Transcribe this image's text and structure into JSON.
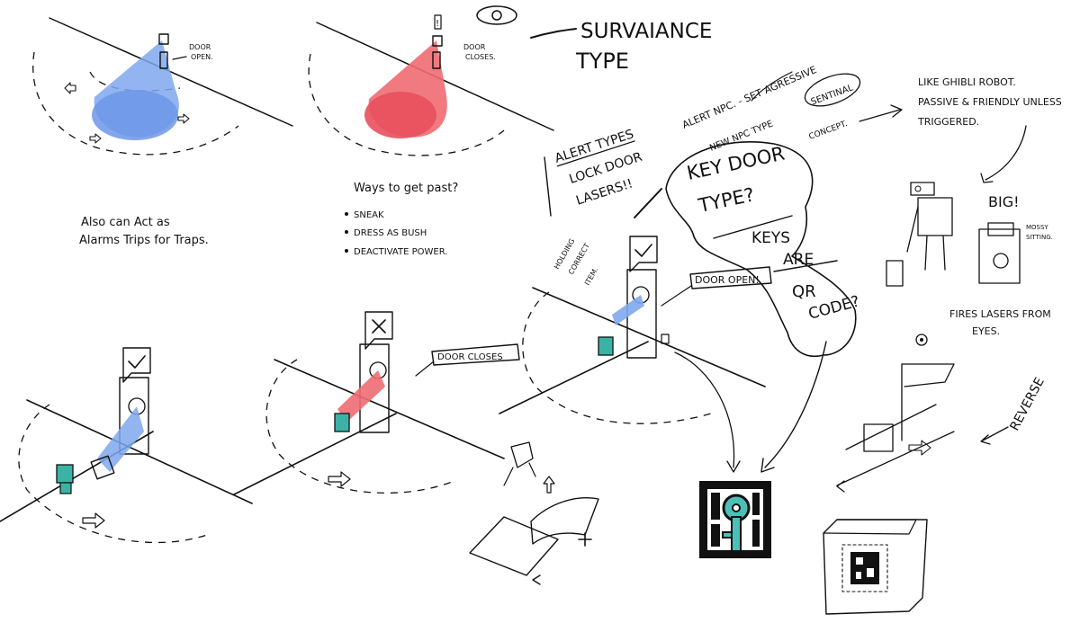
{
  "top_left": {
    "door_open_note": [
      "DOOR",
      "OPEN."
    ],
    "alarm_note": [
      "Also can Act as",
      "Alarms Trips for Traps."
    ]
  },
  "top_middle": {
    "door_closes_note": [
      "DOOR",
      "CLOSES."
    ],
    "ways_title": "Ways to get past?",
    "ways_items": [
      "SNEAK",
      "DRESS AS BUSH",
      "DEACTIVATE POWER."
    ]
  },
  "survaiance": {
    "title": [
      "SURVAIANCE",
      "TYPE"
    ]
  },
  "alert": {
    "title": "ALERT TYPES",
    "items": [
      "LOCK DOOR",
      "LASERS!!"
    ],
    "npc_note": "ALERT NPC. - SET AGRESSIVE"
  },
  "npc": {
    "new_type_note": "NEW NPC TYPE",
    "sentinal_label": "SENTINAL",
    "concept_note": "CONCEPT.",
    "ghibli_note": [
      "LIKE GHIBLI ROBOT.",
      "PASSIVE & FRIENDLY UNLESS",
      "TRIGGERED."
    ],
    "big_note": "BIG!",
    "mossy_note": [
      "MOSSY",
      "SITTING."
    ],
    "lasers_note": [
      "FIRES LASERS FROM",
      "EYES."
    ],
    "reverse_note": "REVERSE"
  },
  "key_door": {
    "bubble_title": [
      "KEY DOOR",
      "TYPE?"
    ],
    "keys_note": [
      "KEYS",
      "ARE"
    ],
    "qr_note": [
      "QR",
      "CODE?"
    ]
  },
  "bottom_scenes": {
    "door_closes_label": "DOOR CLOSES",
    "door_open_label": "DOOR OPEN!",
    "holding_note": [
      "HOLDING",
      "CORRECT",
      "ITEM."
    ]
  },
  "colors": {
    "blue_cone": "#7fa7ee",
    "red_cone": "#f06b73",
    "teal_robot": "#3ab3a6",
    "qr_teal": "#4cc0b8"
  }
}
